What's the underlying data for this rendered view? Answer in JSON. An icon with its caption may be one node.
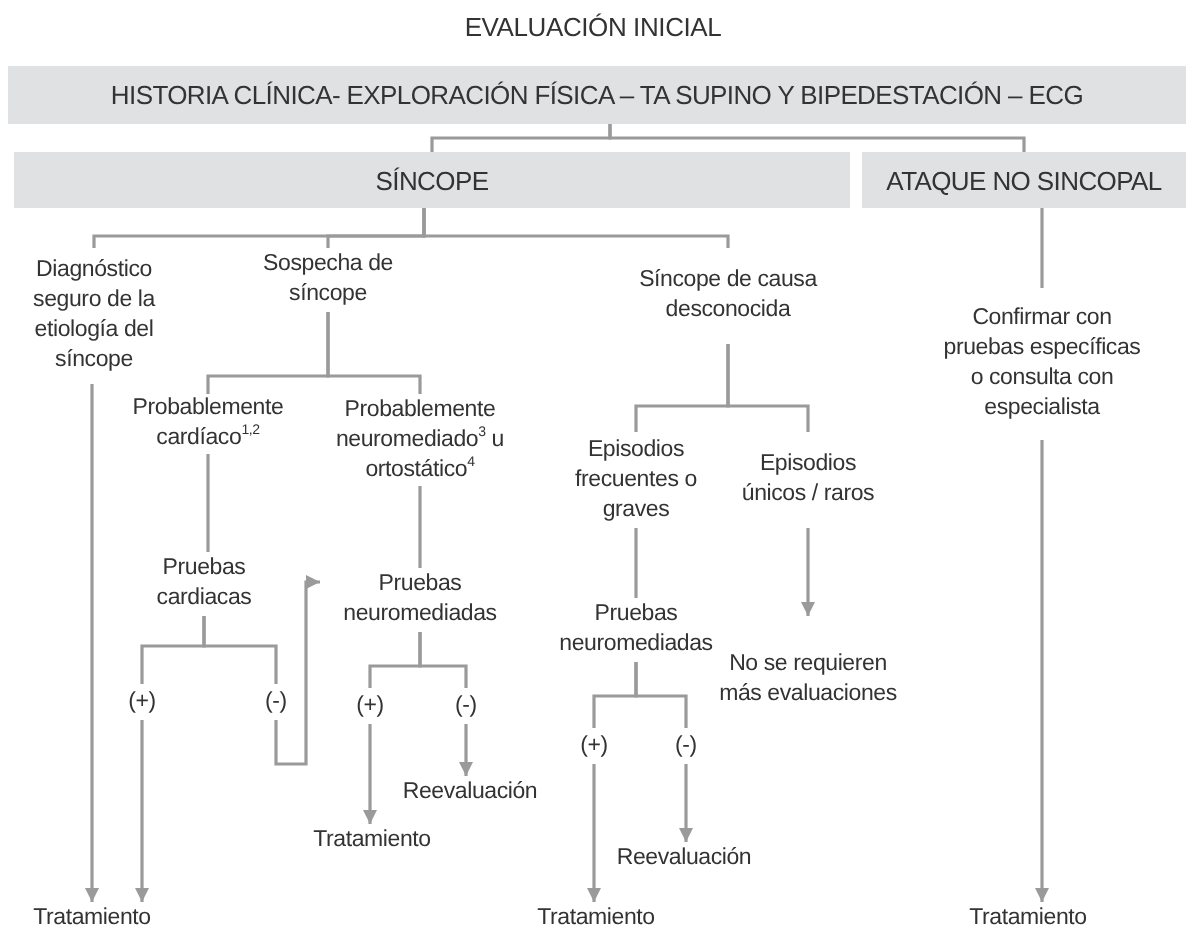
{
  "diagram": {
    "title": "EVALUACIÓN INICIAL",
    "nodes": [
      {
        "text": [
          "HISTORIA CLÍNICA- EXPLORACIÓN FÍSICA – TA SUPINO Y BIPEDESTACIÓN – ECG"
        ]
      },
      {
        "text": [
          "SÍNCOPE"
        ]
      },
      {
        "text": [
          "ATAQUE NO SINCOPAL"
        ]
      },
      {
        "text": [
          "Diagnóstico seguro de la etiología del síncope"
        ]
      },
      {
        "text": [
          "Sospecha de síncope"
        ]
      },
      {
        "text": [
          "Síncope de causa desconocida"
        ]
      },
      {
        "text": [
          "Confirmar con pruebas específicas o consulta con especialista"
        ]
      },
      {
        "text": [
          "Probablemente cardíaco$^{1,2}$"
        ]
      },
      {
        "text": [
          "Probablemente neuromediado$^{3}$ u ortostático$^{4}$"
        ]
      },
      {
        "text": [
          "Pruebas cardiacas"
        ]
      },
      {
        "text": [
          "Pruebas neuromediadas"
        ]
      },
      {
        "text": [
          "(+)"
        ]
      },
      {
        "text": [
          "(-)"
        ]
      },
      {
        "text": [
          "(+)"
        ]
      },
      {
        "text": [
          "(-)"
        ]
      },
      {
        "text": [
          "Tratamiento"
        ]
      },
      {
        "text": [
          "Reevaluación"
        ]
      },
      {
        "text": [
          "Tratamiento"
        ]
      },
      {
        "text": [
          "Episodios frecuentes o graves"
        ]
      },
      {
        "text": [
          "Episodios únicos / raros"
        ]
      },
      {
        "text": [
          "Pruebas neuromediadas"
        ]
      },
      {
        "text": [
          "No se requieren más evaluaciones"
        ]
      },
      {
        "text": [
          "(+)"
        ]
      },
      {
        "text": [
          "(-)"
        ]
      },
      {
        "text": [
          "Reevaluación"
        ]
      },
      {
        "text": [
          "Tratamiento"
        ]
      },
      {
        "text": [
          "Tratamiento"
        ]
      }
    ],
    "edges": [
      {
        "from": 0,
        "to": 1,
        "arrow": "none"
      },
      {
        "from": 0,
        "to": 2,
        "arrow": "none"
      },
      {
        "from": 1,
        "to": 3,
        "arrow": "none"
      },
      {
        "from": 1,
        "to": 4,
        "arrow": "none"
      },
      {
        "from": 1,
        "to": 5,
        "arrow": "none"
      },
      {
        "from": 2,
        "to": 6,
        "arrow": "none"
      },
      {
        "from": 4,
        "to": 7,
        "arrow": "none"
      },
      {
        "from": 4,
        "to": 8,
        "arrow": "none"
      },
      {
        "from": 7,
        "to": 9,
        "arrow": "none"
      },
      {
        "from": 8,
        "to": 10,
        "arrow": "none"
      },
      {
        "from": 9,
        "to": 11,
        "arrow": "none"
      },
      {
        "from": 9,
        "to": 12,
        "arrow": "none"
      },
      {
        "from": 12,
        "to": 10,
        "arrow": "to"
      },
      {
        "from": 10,
        "to": 13,
        "arrow": "none"
      },
      {
        "from": 10,
        "to": 14,
        "arrow": "none"
      },
      {
        "from": 13,
        "to": 15,
        "arrow": "to"
      },
      {
        "from": 14,
        "to": 16,
        "arrow": "to"
      },
      {
        "from": 3,
        "to": 17,
        "arrow": "to"
      },
      {
        "from": 11,
        "to": 17,
        "arrow": "to"
      },
      {
        "from": 5,
        "to": 18,
        "arrow": "none"
      },
      {
        "from": 5,
        "to": 19,
        "arrow": "none"
      },
      {
        "from": 18,
        "to": 20,
        "arrow": "none"
      },
      {
        "from": 19,
        "to": 21,
        "arrow": "to"
      },
      {
        "from": 20,
        "to": 22,
        "arrow": "none"
      },
      {
        "from": 20,
        "to": 23,
        "arrow": "none"
      },
      {
        "from": 22,
        "to": 25,
        "arrow": "to"
      },
      {
        "from": 23,
        "to": 24,
        "arrow": "to"
      },
      {
        "from": 6,
        "to": 26,
        "arrow": "to"
      }
    ]
  }
}
